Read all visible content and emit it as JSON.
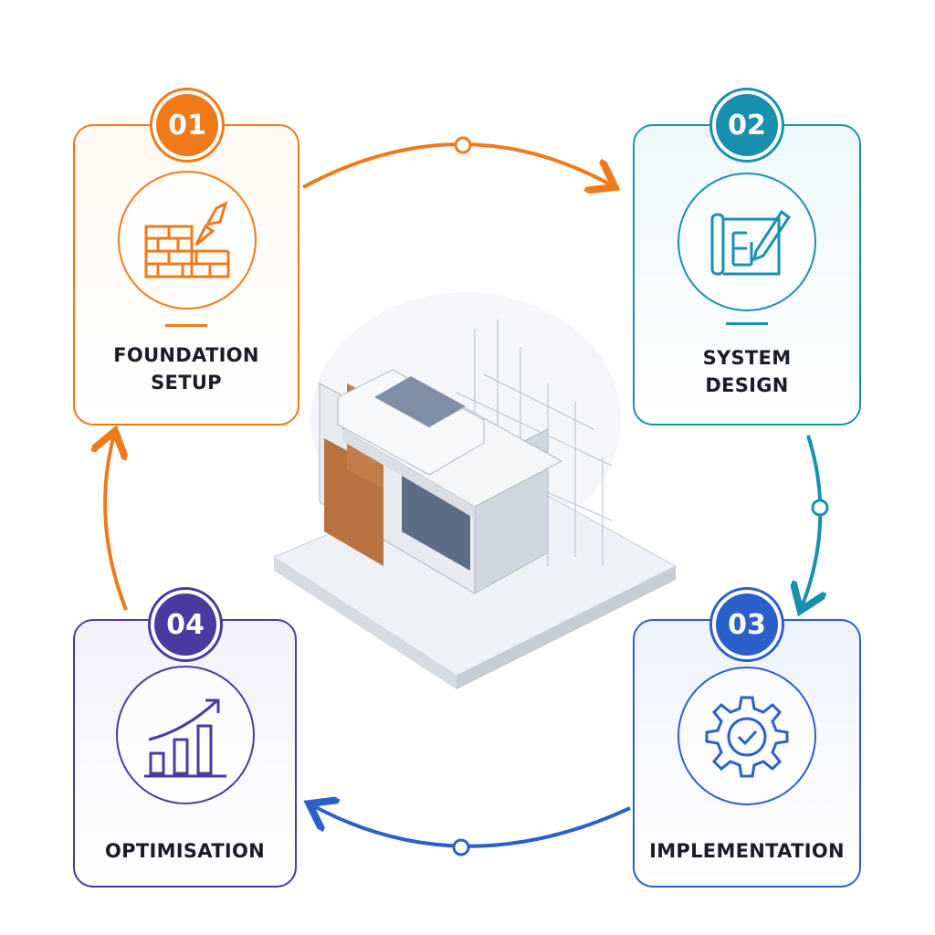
{
  "steps": [
    {
      "number": "01",
      "title_line1": "FOUNDATION",
      "title_line2": "SETUP",
      "icon": "brick-wall-trowel-icon",
      "color": "#f07a1a"
    },
    {
      "number": "02",
      "title_line1": "SYSTEM",
      "title_line2": "DESIGN",
      "icon": "blueprint-pencil-icon",
      "color": "#1a8fb0"
    },
    {
      "number": "03",
      "title_line1": "IMPLEMENTATION",
      "icon": "gear-check-icon",
      "color": "#2b5fc9"
    },
    {
      "number": "04",
      "title_line1": "OPTIMISATION",
      "icon": "growth-chart-icon",
      "color": "#4a3aa0"
    }
  ],
  "center_image": "building-illustration"
}
